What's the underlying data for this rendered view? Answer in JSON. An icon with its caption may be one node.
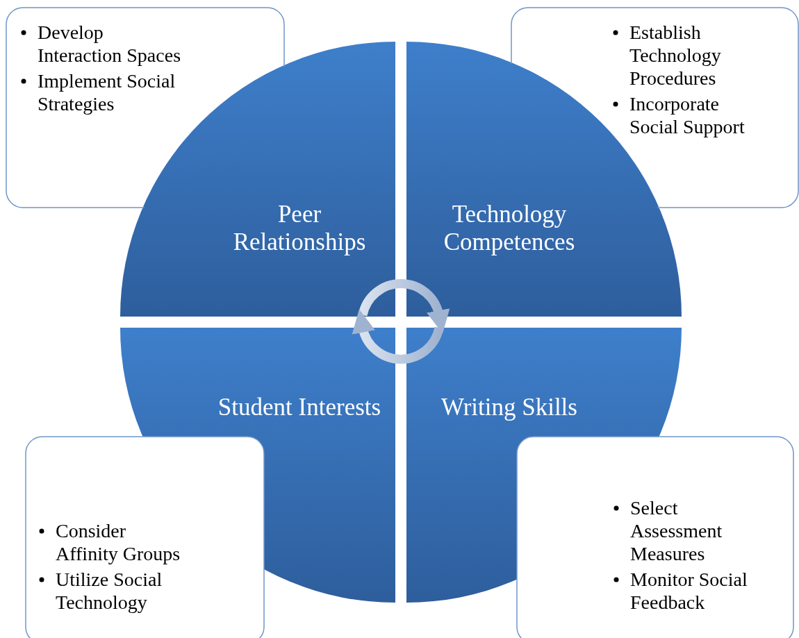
{
  "diagram": {
    "nodes": [
      {
        "text": [
          "Develop Interaction Spaces",
          "Implement Social Strategies"
        ]
      },
      {
        "text": [
          "Establish Technology Procedures",
          "Incorporate Social Support"
        ]
      },
      {
        "text": [
          "Peer Relationships"
        ]
      },
      {
        "text": [
          "Technology Competences"
        ]
      },
      {
        "text": [
          "Student Interests"
        ]
      },
      {
        "text": [
          "Writing Skills"
        ]
      },
      {
        "text": [
          "Consider Affinity Groups",
          "Utilize Social Technology"
        ]
      },
      {
        "text": [
          "Select Assessment Measures",
          "Monitor Social Feedback"
        ]
      }
    ],
    "edges": [
      {
        "from": 2,
        "to": 3,
        "arrow": "to"
      },
      {
        "from": 5,
        "to": 4,
        "arrow": "to"
      }
    ]
  }
}
